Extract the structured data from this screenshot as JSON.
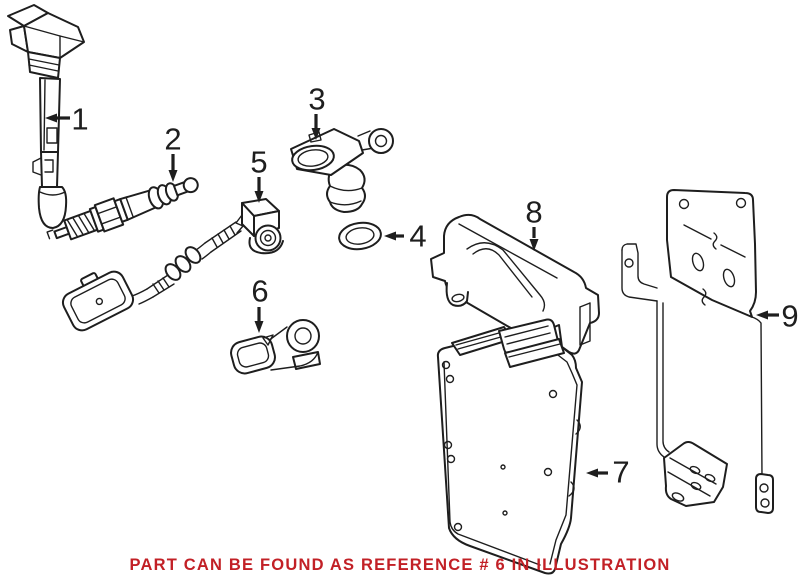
{
  "diagram": {
    "background": "#ffffff",
    "line_color": "#1e1e1e",
    "callouts": [
      {
        "ref": "1"
      },
      {
        "ref": "2"
      },
      {
        "ref": "3"
      },
      {
        "ref": "4"
      },
      {
        "ref": "5"
      },
      {
        "ref": "6"
      },
      {
        "ref": "7"
      },
      {
        "ref": "8"
      },
      {
        "ref": "9"
      }
    ],
    "note": {
      "text": "PART CAN BE FOUND AS REFERENCE # 6 IN ILLUSTRATION",
      "color": "#c22026"
    }
  }
}
